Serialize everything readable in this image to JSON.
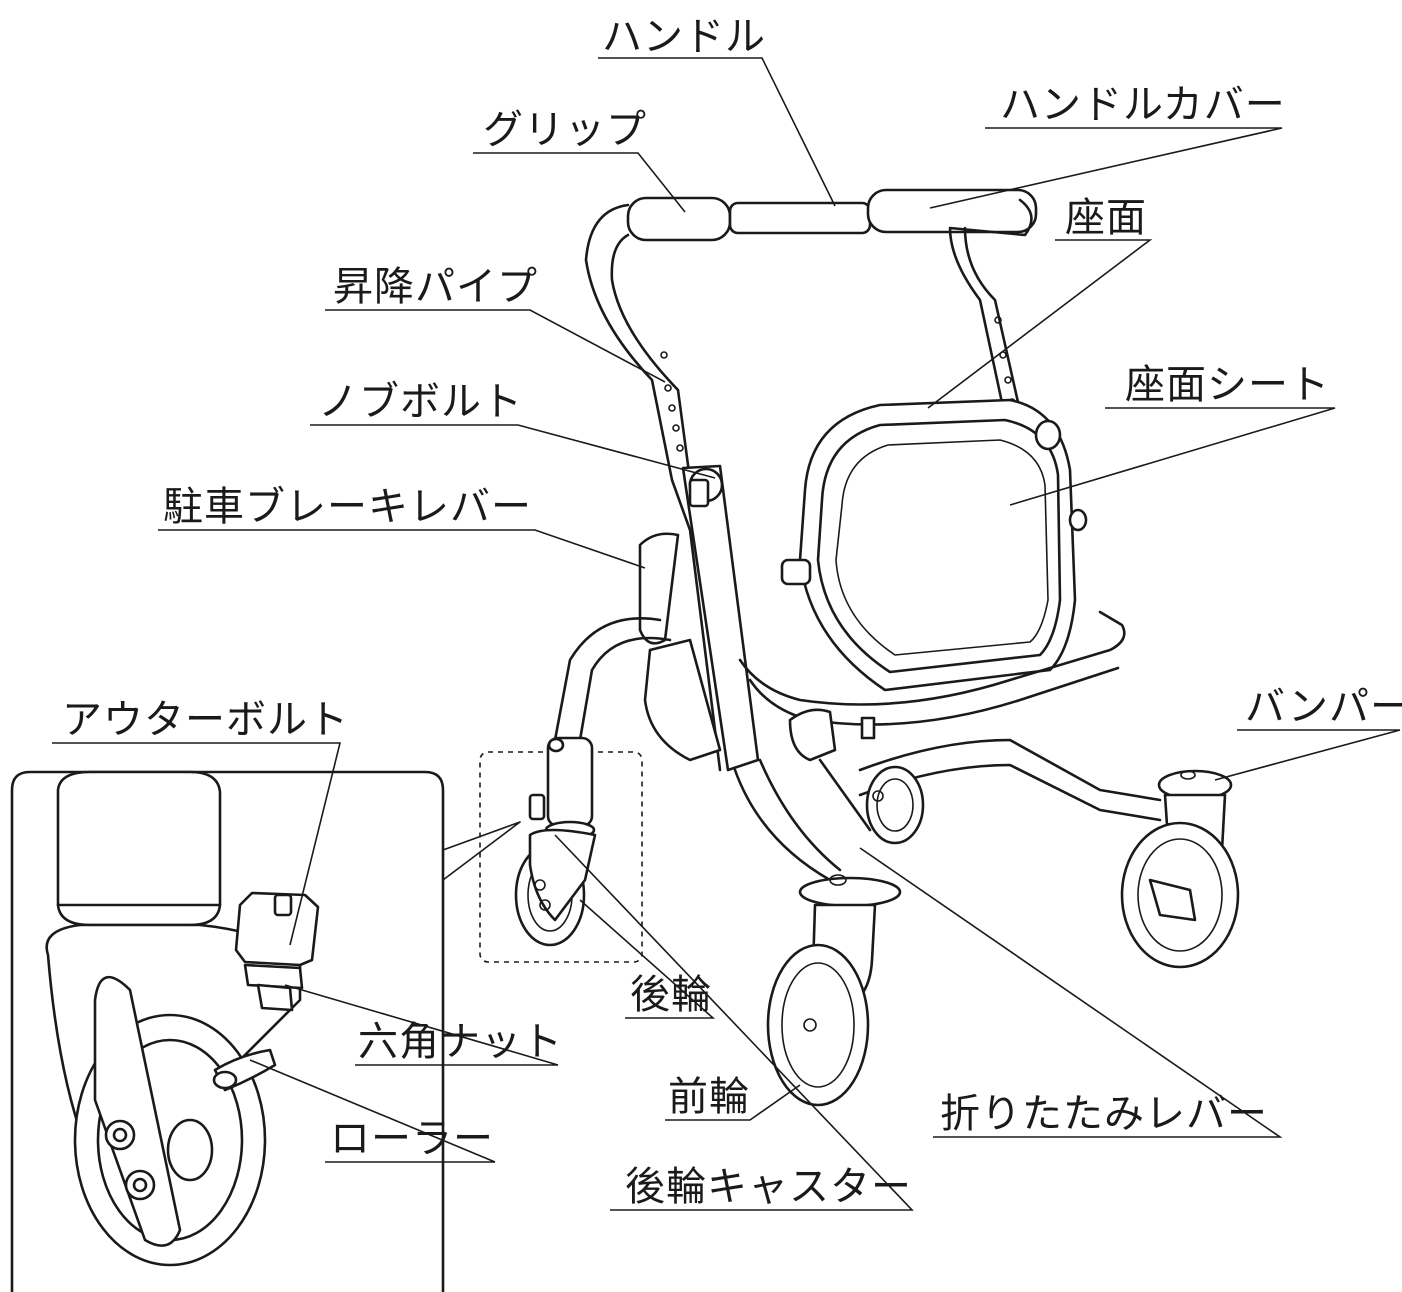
{
  "labels": {
    "handle": "ハンドル",
    "handle_cover": "ハンドルカバー",
    "grip": "グリップ",
    "seat": "座面",
    "lift_pipe": "昇降パイプ",
    "seat_sheet": "座面シート",
    "knob_bolt": "ノブボルト",
    "parking_brake_lever": "駐車ブレーキレバー",
    "outer_bolt": "アウターボルト",
    "bumper": "バンパー",
    "rear_wheel": "後輪",
    "hex_nut": "六角ナット",
    "front_wheel": "前輪",
    "folding_lever": "折りたたみレバー",
    "roller": "ローラー",
    "rear_caster": "後輪キャスター"
  }
}
